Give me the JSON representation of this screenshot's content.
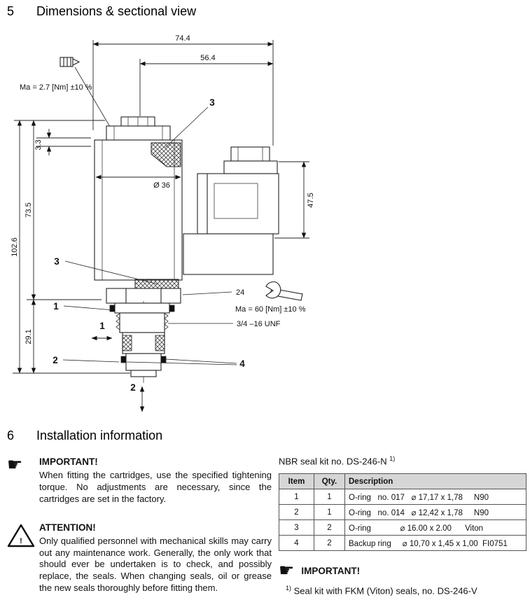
{
  "sections": {
    "dims": {
      "number": "5",
      "title": "Dimensions & sectional view"
    },
    "install": {
      "number": "6",
      "title": "Installation information"
    }
  },
  "icons": {
    "pointing_hand": "☛"
  },
  "drawing": {
    "dim_74_4": "74.4",
    "dim_56_4": "56.4",
    "dim_3_3": "3.3",
    "dia_36": "Ø 36",
    "dim_47_5": "47.5",
    "dim_73_5": "73.5",
    "dim_102_6": "102.6",
    "dim_29_1": "29.1",
    "hex_24": "24",
    "thread": "3/4 –16 UNF",
    "torque_top": "Ma = 2.7 [Nm] ±10 %",
    "torque_nut": "Ma = 60 [Nm] ±10 %",
    "callout_1": "1",
    "callout_2": "2",
    "callout_3_top": "3",
    "callout_3_left": "3",
    "callout_4": "4",
    "port_1": "1",
    "port_2": "2"
  },
  "notes": {
    "important1": {
      "title": "IMPORTANT!",
      "body": "When fitting the cartridges, use the specified tightening torque. No adjustments are necessary, since the cartridges are set in the factory."
    },
    "attention": {
      "title": "ATTENTION!",
      "bang": "!",
      "body": "Only qualified personnel with mechanical skills may carry out any maintenance work. Generally, the only work that should ever be undertaken is to check, and possibly replace, the seals. When changing seals, oil or grease the new seals thoroughly before fitting them."
    },
    "important2": {
      "title": "IMPORTANT!",
      "sup": "1)",
      "body": "Seal kit with FKM (Viton) seals, no. DS-246-V"
    }
  },
  "seal_kit": {
    "title": "NBR seal kit no. DS-246-N",
    "title_sup": "1)",
    "headers": [
      "Item",
      "Qty.",
      "Description"
    ],
    "rows": [
      {
        "item": "1",
        "qty": "1",
        "desc": "O-ring   no. 017   ⌀ 17,17 x 1,78     N90"
      },
      {
        "item": "2",
        "qty": "1",
        "desc": "O-ring   no. 014   ⌀ 12,42 x 1,78     N90"
      },
      {
        "item": "3",
        "qty": "2",
        "desc": "O-ring             ⌀ 16.00 x 2.00      Viton"
      },
      {
        "item": "4",
        "qty": "2",
        "desc": "Backup ring     ⌀ 10,70 x 1,45 x 1,00  FI0751"
      }
    ]
  }
}
